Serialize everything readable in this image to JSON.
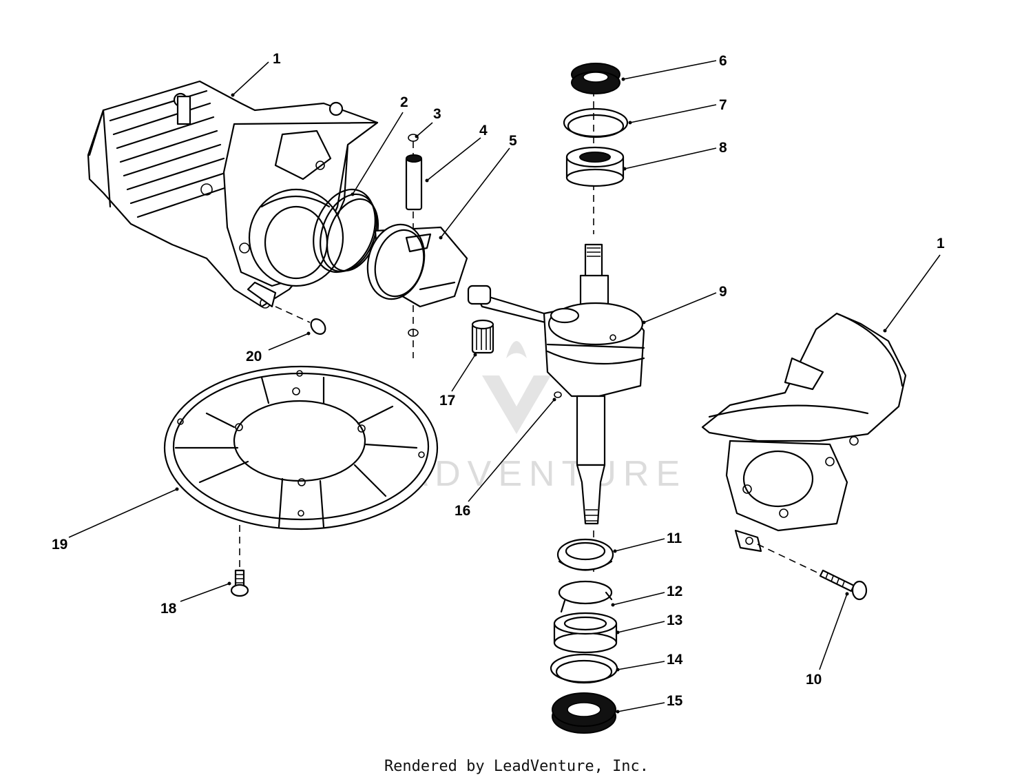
{
  "watermark": "LEADVENTURE",
  "footer": "Rendered by LeadVenture, Inc.",
  "callouts": {
    "c1a": "1",
    "c1b": "1",
    "c2": "2",
    "c3": "3",
    "c4": "4",
    "c5": "5",
    "c6": "6",
    "c7": "7",
    "c8": "8",
    "c9": "9",
    "c10": "10",
    "c11": "11",
    "c12": "12",
    "c13": "13",
    "c14": "14",
    "c15": "15",
    "c16": "16",
    "c17": "17",
    "c18": "18",
    "c19": "19",
    "c20": "20"
  }
}
